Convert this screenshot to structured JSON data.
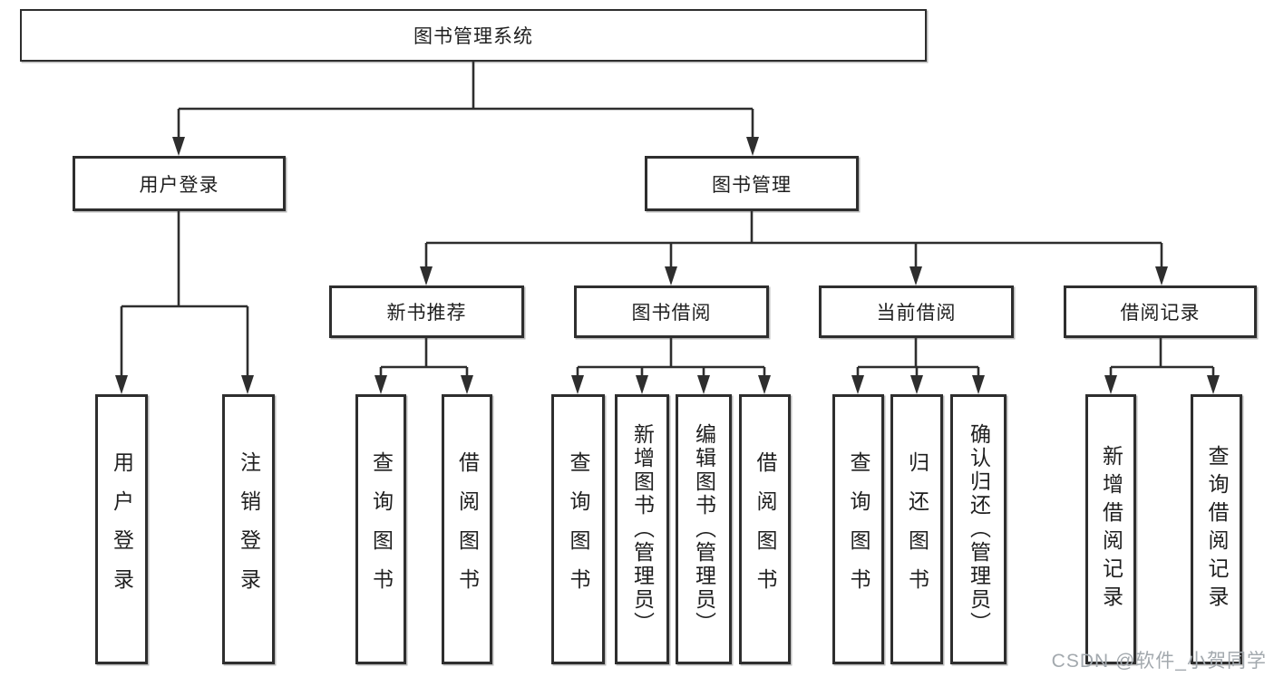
{
  "root": {
    "label": "图书管理系统"
  },
  "user_login": {
    "label": "用户登录",
    "children": [
      {
        "label": "用户登录"
      },
      {
        "label": "注销登录"
      }
    ]
  },
  "book_mgmt": {
    "label": "图书管理",
    "sections": [
      {
        "label": "新书推荐",
        "children": [
          {
            "label": "查询图书"
          },
          {
            "label": "借阅图书"
          }
        ]
      },
      {
        "label": "图书借阅",
        "children": [
          {
            "label": "查询图书"
          },
          {
            "label": "新增图书（管理员）"
          },
          {
            "label": "编辑图书（管理员）"
          },
          {
            "label": "借阅图书"
          }
        ]
      },
      {
        "label": "当前借阅",
        "children": [
          {
            "label": "查询图书"
          },
          {
            "label": "归还图书"
          },
          {
            "label": "确认归还（管理员）"
          }
        ]
      },
      {
        "label": "借阅记录",
        "children": [
          {
            "label": "新增借阅记录"
          },
          {
            "label": "查询借阅记录"
          }
        ]
      }
    ]
  },
  "watermark": {
    "text": "CSDN @软件_小贺同学",
    "color": "#a3a9ae"
  },
  "colors": {
    "line": "#2e2e2e",
    "box_border": "#2e2e2e",
    "box_bg": "#ffffff",
    "text": "#1f1f1f",
    "background": "#ffffff"
  }
}
